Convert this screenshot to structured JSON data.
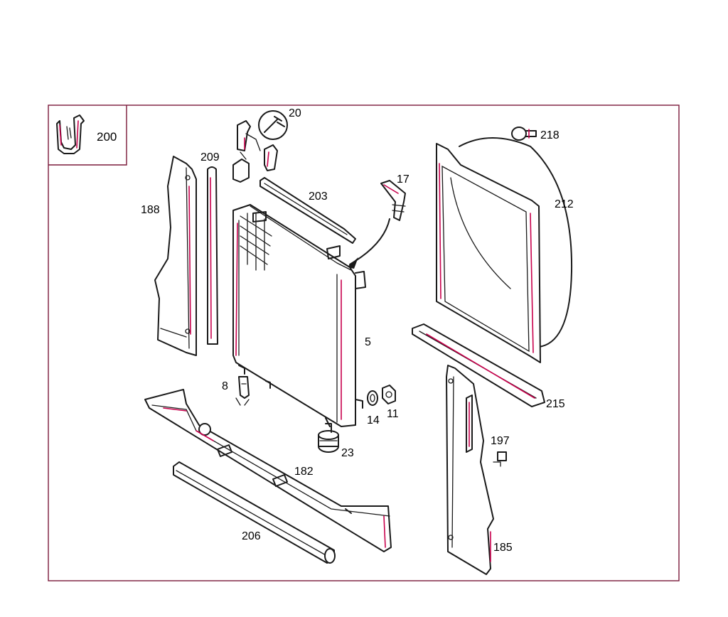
{
  "legend_box": {
    "label": "200"
  },
  "parts": [
    {
      "id": "p200",
      "label": "200"
    },
    {
      "id": "p20",
      "label": "20"
    },
    {
      "id": "p209",
      "label": "209"
    },
    {
      "id": "p188",
      "label": "188"
    },
    {
      "id": "p203",
      "label": "203"
    },
    {
      "id": "p17",
      "label": "17"
    },
    {
      "id": "p5",
      "label": "5"
    },
    {
      "id": "p8",
      "label": "8"
    },
    {
      "id": "p14",
      "label": "14"
    },
    {
      "id": "p11",
      "label": "11"
    },
    {
      "id": "p23",
      "label": "23"
    },
    {
      "id": "p182",
      "label": "182"
    },
    {
      "id": "p206",
      "label": "206"
    },
    {
      "id": "p218",
      "label": "218"
    },
    {
      "id": "p212",
      "label": "212"
    },
    {
      "id": "p215",
      "label": "215"
    },
    {
      "id": "p197",
      "label": "197"
    },
    {
      "id": "p185",
      "label": "185"
    }
  ],
  "colors": {
    "outline": "#1a1a1a",
    "highlight": "#c8004c",
    "frame": "#7a1a3a",
    "background": "#ffffff"
  }
}
